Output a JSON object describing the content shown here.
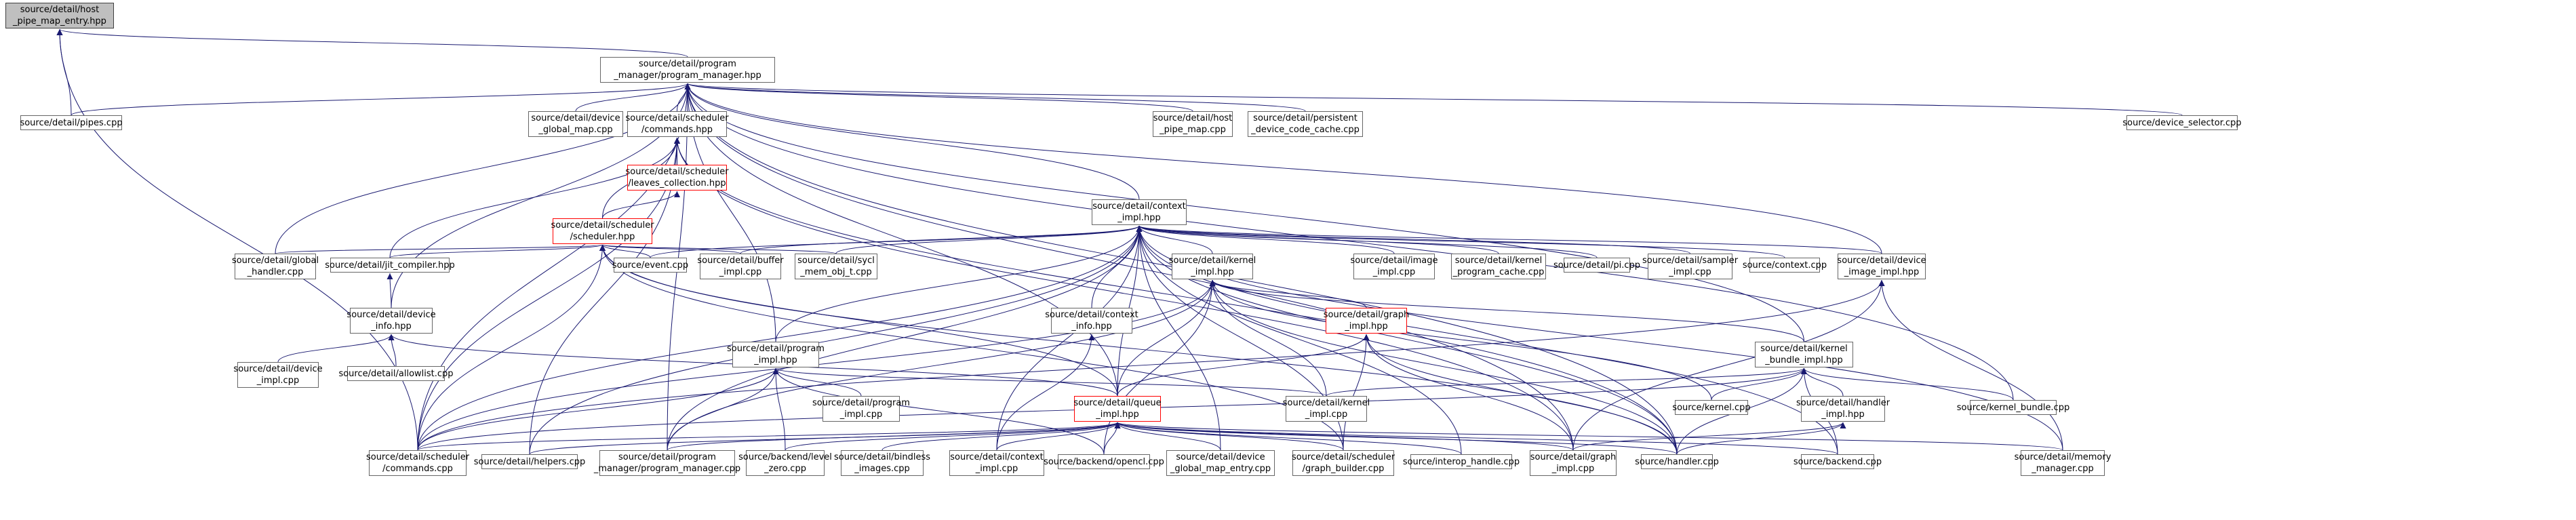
{
  "graph": {
    "root": "n0",
    "nodes": [
      {
        "id": "n0",
        "label": "source/detail/host\n_pipe_map_entry.hpp",
        "kind": "root"
      },
      {
        "id": "n1",
        "label": "source/detail/program\n_manager/program_manager.hpp"
      },
      {
        "id": "n2",
        "label": "source/detail/pipes.cpp"
      },
      {
        "id": "n3",
        "label": "source/detail/device\n_global_map.cpp"
      },
      {
        "id": "n4",
        "label": "source/detail/scheduler\n/commands.hpp"
      },
      {
        "id": "n5",
        "label": "source/detail/host\n_pipe_map.cpp"
      },
      {
        "id": "n6",
        "label": "source/detail/persistent\n_device_code_cache.cpp"
      },
      {
        "id": "n7",
        "label": "source/device_selector.cpp"
      },
      {
        "id": "n8",
        "label": "source/detail/scheduler\n/leaves_collection.hpp",
        "kind": "truncated"
      },
      {
        "id": "n9",
        "label": "source/detail/scheduler\n/scheduler.hpp",
        "kind": "truncated"
      },
      {
        "id": "n10",
        "label": "source/detail/context\n_impl.hpp"
      },
      {
        "id": "n11",
        "label": "source/detail/global\n_handler.cpp"
      },
      {
        "id": "n12",
        "label": "source/detail/jit_compiler.hpp"
      },
      {
        "id": "n13",
        "label": "source/event.cpp"
      },
      {
        "id": "n14",
        "label": "source/detail/buffer\n_impl.cpp"
      },
      {
        "id": "n15",
        "label": "source/detail/sycl\n_mem_obj_t.cpp"
      },
      {
        "id": "n16",
        "label": "source/detail/kernel\n_impl.hpp"
      },
      {
        "id": "n17",
        "label": "source/detail/image\n_impl.cpp"
      },
      {
        "id": "n18",
        "label": "source/detail/kernel\n_program_cache.cpp"
      },
      {
        "id": "n19",
        "label": "source/detail/pi.cpp"
      },
      {
        "id": "n20",
        "label": "source/detail/sampler\n_impl.cpp"
      },
      {
        "id": "n21",
        "label": "source/context.cpp"
      },
      {
        "id": "n22",
        "label": "source/detail/device\n_image_impl.hpp"
      },
      {
        "id": "n23",
        "label": "source/detail/device\n_info.hpp"
      },
      {
        "id": "n24",
        "label": "source/detail/program\n_impl.hpp"
      },
      {
        "id": "n25",
        "label": "source/detail/context\n_info.hpp"
      },
      {
        "id": "n26",
        "label": "source/detail/graph\n_impl.hpp",
        "kind": "truncated"
      },
      {
        "id": "n27",
        "label": "source/detail/kernel\n_bundle_impl.hpp"
      },
      {
        "id": "n28",
        "label": "source/detail/device\n_impl.cpp"
      },
      {
        "id": "n29",
        "label": "source/detail/allowlist.cpp"
      },
      {
        "id": "n30",
        "label": "source/detail/program\n_impl.cpp"
      },
      {
        "id": "n31",
        "label": "source/detail/kernel\n_impl.cpp"
      },
      {
        "id": "n32",
        "label": "source/detail/queue\n_impl.hpp",
        "kind": "truncated"
      },
      {
        "id": "n33",
        "label": "source/kernel.cpp"
      },
      {
        "id": "n34",
        "label": "source/detail/handler\n_impl.hpp"
      },
      {
        "id": "n35",
        "label": "source/kernel_bundle.cpp"
      },
      {
        "id": "n36",
        "label": "source/detail/scheduler\n/commands.cpp"
      },
      {
        "id": "n37",
        "label": "source/detail/helpers.cpp"
      },
      {
        "id": "n38",
        "label": "source/detail/program\n_manager/program_manager.cpp"
      },
      {
        "id": "n39",
        "label": "source/backend/level\n_zero.cpp"
      },
      {
        "id": "n40",
        "label": "source/detail/bindless\n_images.cpp"
      },
      {
        "id": "n41",
        "label": "source/detail/context\n_impl.cpp"
      },
      {
        "id": "n42",
        "label": "source/backend/opencl.cpp"
      },
      {
        "id": "n43",
        "label": "source/detail/device\n_global_map_entry.cpp"
      },
      {
        "id": "n44",
        "label": "source/detail/scheduler\n/graph_builder.cpp"
      },
      {
        "id": "n45",
        "label": "source/interop_handle.cpp"
      },
      {
        "id": "n46",
        "label": "source/detail/graph\n_impl.cpp"
      },
      {
        "id": "n47",
        "label": "source/handler.cpp"
      },
      {
        "id": "n48",
        "label": "source/backend.cpp"
      },
      {
        "id": "n49",
        "label": "source/detail/memory\n_manager.cpp"
      }
    ],
    "edges": [
      [
        "n0",
        "n1"
      ],
      [
        "n0",
        "n2"
      ],
      [
        "n0",
        "n36"
      ],
      [
        "n1",
        "n2"
      ],
      [
        "n1",
        "n3"
      ],
      [
        "n1",
        "n4"
      ],
      [
        "n1",
        "n5"
      ],
      [
        "n1",
        "n6"
      ],
      [
        "n1",
        "n7"
      ],
      [
        "n1",
        "n10"
      ],
      [
        "n1",
        "n11"
      ],
      [
        "n1",
        "n22"
      ],
      [
        "n1",
        "n23"
      ],
      [
        "n1",
        "n24"
      ],
      [
        "n1",
        "n27"
      ],
      [
        "n1",
        "n32"
      ],
      [
        "n1",
        "n35"
      ],
      [
        "n1",
        "n36"
      ],
      [
        "n1",
        "n38"
      ],
      [
        "n1",
        "n46"
      ],
      [
        "n1",
        "n47"
      ],
      [
        "n4",
        "n8"
      ],
      [
        "n4",
        "n9"
      ],
      [
        "n4",
        "n12"
      ],
      [
        "n4",
        "n36"
      ],
      [
        "n4",
        "n37"
      ],
      [
        "n4",
        "n46"
      ],
      [
        "n4",
        "n47"
      ],
      [
        "n8",
        "n9"
      ],
      [
        "n9",
        "n11"
      ],
      [
        "n9",
        "n12"
      ],
      [
        "n9",
        "n13"
      ],
      [
        "n9",
        "n14"
      ],
      [
        "n9",
        "n15"
      ],
      [
        "n9",
        "n36"
      ],
      [
        "n9",
        "n32"
      ],
      [
        "n9",
        "n44"
      ],
      [
        "n9",
        "n47"
      ],
      [
        "n10",
        "n13"
      ],
      [
        "n10",
        "n14"
      ],
      [
        "n10",
        "n15"
      ],
      [
        "n10",
        "n16"
      ],
      [
        "n10",
        "n17"
      ],
      [
        "n10",
        "n18"
      ],
      [
        "n10",
        "n19"
      ],
      [
        "n10",
        "n20"
      ],
      [
        "n10",
        "n21"
      ],
      [
        "n10",
        "n22"
      ],
      [
        "n10",
        "n24"
      ],
      [
        "n10",
        "n25"
      ],
      [
        "n10",
        "n32"
      ],
      [
        "n10",
        "n36"
      ],
      [
        "n10",
        "n37"
      ],
      [
        "n10",
        "n38"
      ],
      [
        "n10",
        "n41"
      ],
      [
        "n10",
        "n43"
      ],
      [
        "n10",
        "n44"
      ],
      [
        "n10",
        "n45"
      ],
      [
        "n10",
        "n47"
      ],
      [
        "n10",
        "n48"
      ],
      [
        "n10",
        "n49"
      ],
      [
        "n12",
        "n23"
      ],
      [
        "n16",
        "n26"
      ],
      [
        "n16",
        "n27"
      ],
      [
        "n16",
        "n31"
      ],
      [
        "n16",
        "n32"
      ],
      [
        "n16",
        "n33"
      ],
      [
        "n16",
        "n36"
      ],
      [
        "n16",
        "n38"
      ],
      [
        "n16",
        "n42"
      ],
      [
        "n16",
        "n47"
      ],
      [
        "n22",
        "n36"
      ],
      [
        "n22",
        "n49"
      ],
      [
        "n22",
        "n46"
      ],
      [
        "n23",
        "n28"
      ],
      [
        "n23",
        "n29"
      ],
      [
        "n23",
        "n32"
      ],
      [
        "n24",
        "n30"
      ],
      [
        "n24",
        "n31"
      ],
      [
        "n24",
        "n36"
      ],
      [
        "n24",
        "n38"
      ],
      [
        "n24",
        "n39"
      ],
      [
        "n24",
        "n42"
      ],
      [
        "n25",
        "n41"
      ],
      [
        "n26",
        "n32"
      ],
      [
        "n26",
        "n44"
      ],
      [
        "n26",
        "n46"
      ],
      [
        "n26",
        "n47"
      ],
      [
        "n27",
        "n31"
      ],
      [
        "n27",
        "n33"
      ],
      [
        "n27",
        "n34"
      ],
      [
        "n27",
        "n35"
      ],
      [
        "n27",
        "n36"
      ],
      [
        "n27",
        "n47"
      ],
      [
        "n27",
        "n48"
      ],
      [
        "n32",
        "n36"
      ],
      [
        "n32",
        "n37"
      ],
      [
        "n32",
        "n38"
      ],
      [
        "n32",
        "n39"
      ],
      [
        "n32",
        "n40"
      ],
      [
        "n32",
        "n41"
      ],
      [
        "n32",
        "n42"
      ],
      [
        "n32",
        "n43"
      ],
      [
        "n32",
        "n44"
      ],
      [
        "n32",
        "n45"
      ],
      [
        "n32",
        "n46"
      ],
      [
        "n32",
        "n47"
      ],
      [
        "n32",
        "n48"
      ],
      [
        "n32",
        "n49"
      ],
      [
        "n34",
        "n46"
      ],
      [
        "n34",
        "n47"
      ]
    ]
  },
  "colors": {
    "edge": "#191970",
    "node_border": "#666666",
    "root_fill": "#bfbfbf",
    "truncated_border": "#ff0000"
  }
}
